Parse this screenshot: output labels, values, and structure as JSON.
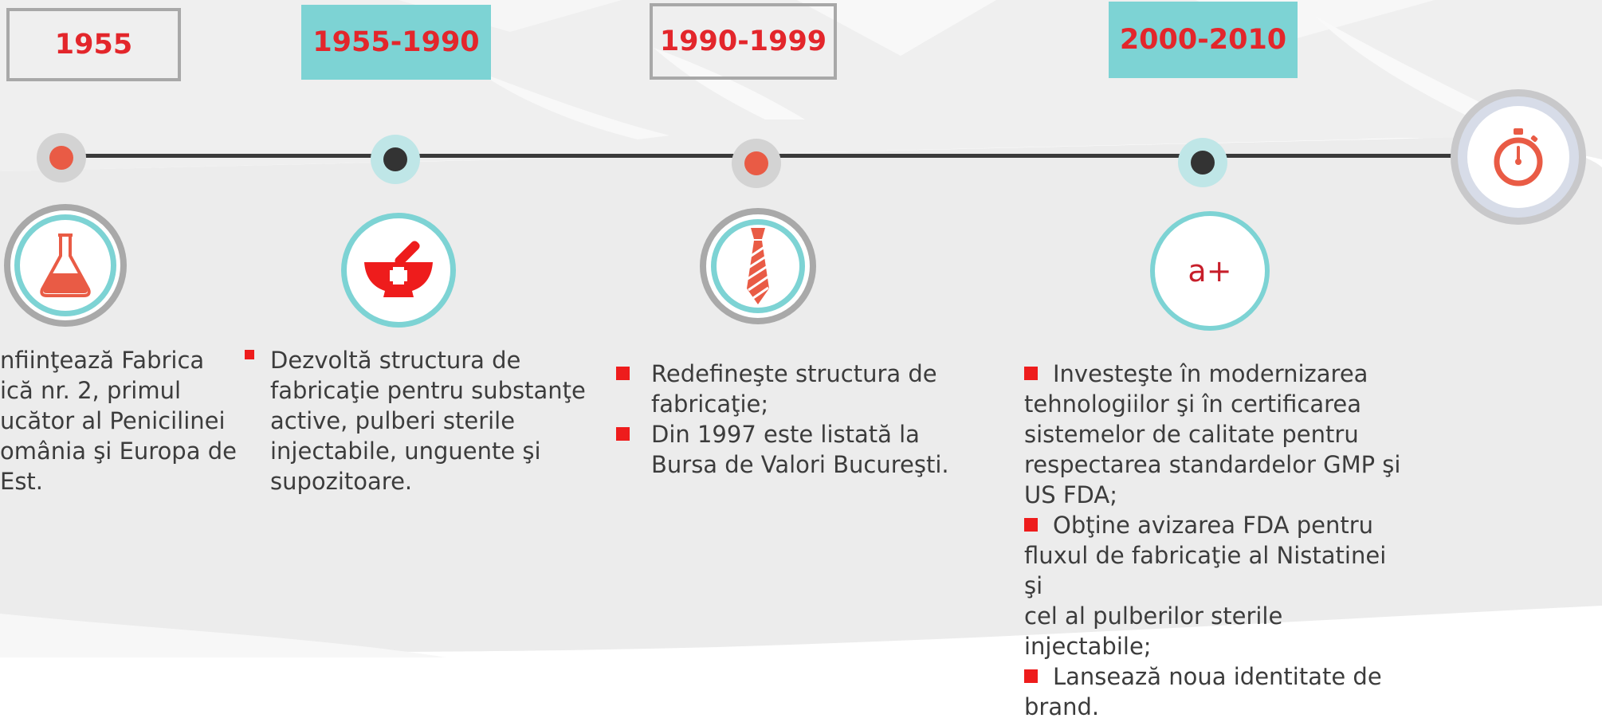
{
  "timeline": {
    "periods": [
      {
        "year": "1955",
        "icon": "flask-icon",
        "lines": [
          "nfiinţează Fabrica",
          "ică nr. 2, primul",
          "ucător al Penicilinei",
          "omânia şi Europa de",
          "Est."
        ]
      },
      {
        "year": "1955-1990",
        "icon": "mortar-pestle-icon",
        "lines": [
          "Dezvoltă structura de",
          "fabricaţie pentru substanţe",
          "active, pulberi sterile",
          "injectabile, unguente şi",
          "supozitoare."
        ]
      },
      {
        "year": "1990-1999",
        "icon": "tie-icon",
        "bullets": [
          [
            "Redefineşte structura de",
            "fabricaţie;"
          ],
          [
            "Din 1997 este listată la",
            "Bursa de Valori Bucureşti."
          ]
        ]
      },
      {
        "year": "2000-2010",
        "icon_text": "a+",
        "bullets": [
          [
            "Investeşte în modernizarea",
            "tehnologiilor şi în certificarea",
            "sistemelor de calitate pentru",
            "respectarea standardelor GMP şi",
            "US FDA;"
          ],
          [
            "Obţine avizarea FDA pentru",
            "fluxul de fabricaţie al Nistatinei şi",
            "cel al pulberilor sterile injectabile;"
          ],
          [
            "Lansează noua identitate de",
            "brand."
          ]
        ]
      }
    ],
    "end_icon": "stopwatch-icon"
  },
  "colors": {
    "accent_red": "#e3262b",
    "teal": "#7dd3d4",
    "icon_red": "#e95b45",
    "line": "#3a3a3a"
  }
}
